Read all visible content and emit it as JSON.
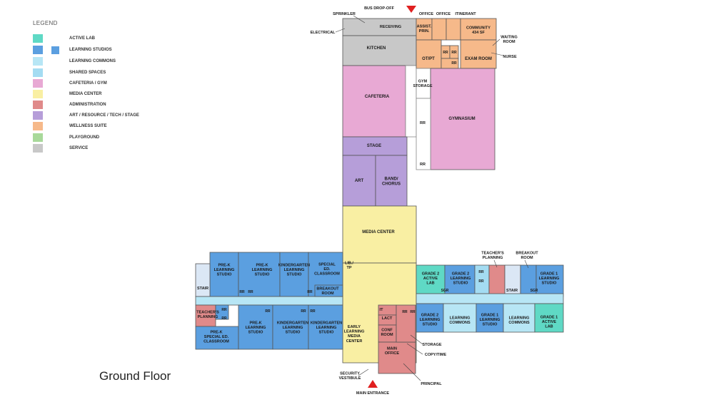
{
  "legend": {
    "title": "LEGEND",
    "items": [
      {
        "label": "ACTIVE LAB",
        "color": "#5fd9c5"
      },
      {
        "label": "LEARNING STUDIOS",
        "color": "#5b9fe0"
      },
      {
        "label": "LEARNING COMMONS",
        "color": "#b7e6f5"
      },
      {
        "label": "SHARED SPACES",
        "color": "#a4dcf2"
      },
      {
        "label": "CAFETERIA / GYM",
        "color": "#e8a9d4"
      },
      {
        "label": "MEDIA CENTER",
        "color": "#f9efa3"
      },
      {
        "label": "ADMINISTRATION",
        "color": "#e08a8a"
      },
      {
        "label": "ART / RESOURCE / TECH / STAGE",
        "color": "#b69ed9"
      },
      {
        "label": "WELLNESS SUITE",
        "color": "#f6b98a"
      },
      {
        "label": "PLAYGROUND",
        "color": "#a8d99a"
      },
      {
        "label": "SERVICE",
        "color": "#c8c8c8"
      }
    ]
  },
  "floor_title": "Ground Floor",
  "entrances": {
    "main": "MAIN ENTRANCE",
    "bus": "BUS DROP-OFF"
  },
  "rooms": {
    "receiving": "RECEIVING",
    "kitchen": "KITCHEN",
    "cafeteria": "CAFETERIA",
    "stage": "STAGE",
    "art": "ART",
    "band1": "BAND/",
    "band2": "CHORUS",
    "media_center": "MEDIA CENTER",
    "lib1": "LIB./",
    "lib2": "TP",
    "assist1": "ASSIST.",
    "assist2": "PRIN.",
    "community": "COMMUNITY",
    "community_sf": "434 SF",
    "otpt": "OT/PT",
    "exam": "EXAM ROOM",
    "gym_storage1": "GYM",
    "gym_storage2": "STORAGE",
    "gymnasium": "GYMNASIUM",
    "rr": "RR",
    "prek1": [
      "PRE-K",
      "LEARNING",
      "STUDIO"
    ],
    "prek2": [
      "PRE-K",
      "LEARNING",
      "STUDIO"
    ],
    "kinder_top": [
      "KINDERGARTEN",
      "LEARNING",
      "STUDIO"
    ],
    "sped_top": [
      "SPECIAL",
      "ED.",
      "CLASSROOM"
    ],
    "stair": "STAIR",
    "breakout1": "BREAKOUT",
    "breakout2": "ROOM",
    "teachers_planning_w": [
      "TEACHER'S",
      "PLANNING"
    ],
    "sped_bottom": [
      "PRE-K",
      "SPECIAL ED.",
      "CLASSROOM"
    ],
    "prek3": [
      "PRE-K",
      "LEARNING",
      "STUDIO"
    ],
    "kinder_b1": [
      "KINDERGARTEN",
      "LEARNING",
      "STUDIO"
    ],
    "kinder_b2": [
      "KINDERGARTEN",
      "LEARNING",
      "STUDIO"
    ],
    "early1": [
      "EARLY",
      "LEARNING",
      "MEDIA",
      "CENTER"
    ],
    "it": "IT",
    "lact": "LACT",
    "conf": [
      "CONF",
      "ROOM"
    ],
    "main_office": [
      "MAIN",
      "OFFICE"
    ],
    "g2_active": [
      "GRADE 2",
      "ACTIVE",
      "LAB"
    ],
    "g2_studio_top": [
      "GRADE 2",
      "LEARNING",
      "STUDIO"
    ],
    "sgr": "SGR",
    "teachers_planning_e": [
      "TEACHER'S",
      "PLANNING"
    ],
    "g1_studio_top": [
      "GRADE 1",
      "LEARNING",
      "STUDIO"
    ],
    "g2_studio_bot": [
      "GRADE 2",
      "LEARNING",
      "STUDIO"
    ],
    "commons1": [
      "LEARNING",
      "COMMONS"
    ],
    "g1_studio_bot": [
      "GRADE 1",
      "LEARNING",
      "STUDIO"
    ],
    "commons2": [
      "LEARNING",
      "COMMONS"
    ],
    "g1_active": [
      "GRADE 1",
      "ACTIVE",
      "LAB"
    ]
  },
  "callouts": {
    "sprinkler": "SPRINKLER",
    "electrical": "ELECTRICAL",
    "office1": "OFFICE",
    "office2": "OFFICE",
    "itinerant": "ITINERANT",
    "waiting1": "WAITING",
    "waiting2": "ROOM",
    "nurse": "NURSE",
    "teachers_planning_top": [
      "TEACHER'S",
      "PLANNING"
    ],
    "breakout_top": [
      "BREAKOUT",
      "ROOM"
    ],
    "storage": "STORAGE",
    "copy": "COPY/TIME",
    "principal": "PRINCIPAL",
    "security1": "SECURITY",
    "security2": "VESTIBULE"
  }
}
